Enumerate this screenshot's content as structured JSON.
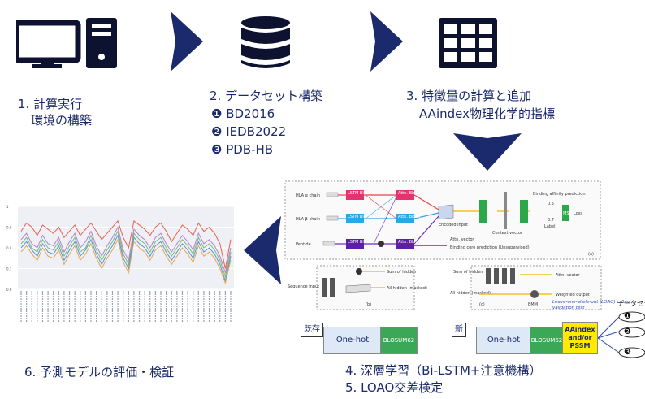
{
  "steps": {
    "s1": {
      "line1": "1. 計算実行",
      "line2": "環境の構築"
    },
    "s2": {
      "title": "2. データセット構築",
      "items": [
        "❶ BD2016",
        "❷ IEDB2022",
        "❸ PDB-HB"
      ]
    },
    "s3": {
      "line1": "3. 特徴量の計算と追加",
      "line2": "AAindex物理化学的指標"
    },
    "s4": {
      "line1": "4. 深層学習（Bi-LSTM+注意機構）",
      "line2": "5. LOAO交差検定"
    },
    "s6": {
      "label": "6. 予測モデルの評価・検証"
    }
  },
  "arch": {
    "inputs": [
      "HLA α chain",
      "HLA β chain",
      "Peptide"
    ],
    "lstm": "LSTM Block",
    "attn": "Attn. Block",
    "encoded": "Encoded input",
    "context": "Context vector",
    "affinity": "Binding affinity prediction",
    "pred_val": "0.5",
    "label_val": "0.7",
    "label": "Label",
    "mse": "MSE",
    "loss": "Loss",
    "attn_vec": "Attn. vector",
    "core": "Binding core prediction (Unsupervised)",
    "panel_a": "(a)",
    "seq_input": "Sequence input",
    "sum_hidden": "Sum of hidden",
    "all_hidden": "All hidden (masked)",
    "panel_b": "(b)",
    "sum_hidden_c": "Sum of hidden",
    "all_hidden_c": "All hidden (masked)",
    "attn_vec_c": "Attn. vector",
    "weighted": "Weighted output",
    "bmm": "BMM",
    "panel_c": "(c)"
  },
  "encoding": {
    "existing_tag": "既存",
    "new_tag": "新",
    "onehot": "One-hot",
    "blosum": "BLOSUM62",
    "aaindex": "AAindex and/or PSSM",
    "loao": "Leave-one-allele-out (LOAO) cross-validation test",
    "dataset_label": "データセット",
    "dataset_icons": [
      "❶",
      "❷",
      "❸"
    ]
  },
  "chart_data": {
    "type": "line",
    "ylim": [
      0.6,
      1.0
    ],
    "yticks": [
      "1",
      "0.9",
      "0.8",
      "0.7",
      "0.6"
    ],
    "x_tick_count": 40,
    "series": [
      {
        "color": "#e8604c",
        "values": [
          0.88,
          0.92,
          0.9,
          0.86,
          0.91,
          0.89,
          0.87,
          0.9,
          0.85,
          0.88,
          0.91,
          0.86,
          0.89,
          0.92,
          0.88,
          0.84,
          0.87,
          0.9,
          0.93,
          0.85,
          0.8,
          0.93,
          0.91,
          0.89,
          0.86,
          0.9,
          0.92,
          0.88,
          0.83,
          0.87,
          0.91,
          0.89,
          0.86,
          0.92,
          0.88,
          0.9,
          0.87,
          0.82,
          0.7,
          0.84
        ]
      },
      {
        "color": "#6fbf73",
        "values": [
          0.82,
          0.85,
          0.8,
          0.78,
          0.84,
          0.8,
          0.79,
          0.83,
          0.76,
          0.81,
          0.85,
          0.78,
          0.8,
          0.86,
          0.79,
          0.74,
          0.79,
          0.83,
          0.88,
          0.77,
          0.72,
          0.87,
          0.84,
          0.82,
          0.78,
          0.83,
          0.85,
          0.8,
          0.76,
          0.8,
          0.84,
          0.81,
          0.77,
          0.85,
          0.8,
          0.82,
          0.79,
          0.74,
          0.66,
          0.78
        ]
      },
      {
        "color": "#5b8fd6",
        "values": [
          0.8,
          0.83,
          0.79,
          0.76,
          0.82,
          0.78,
          0.77,
          0.81,
          0.74,
          0.79,
          0.83,
          0.76,
          0.79,
          0.84,
          0.77,
          0.72,
          0.77,
          0.81,
          0.86,
          0.75,
          0.7,
          0.85,
          0.82,
          0.8,
          0.76,
          0.81,
          0.83,
          0.78,
          0.74,
          0.78,
          0.82,
          0.79,
          0.75,
          0.83,
          0.78,
          0.8,
          0.77,
          0.72,
          0.64,
          0.76
        ]
      },
      {
        "color": "#b77fd0",
        "values": [
          0.84,
          0.87,
          0.82,
          0.8,
          0.86,
          0.82,
          0.81,
          0.85,
          0.78,
          0.83,
          0.87,
          0.8,
          0.83,
          0.88,
          0.81,
          0.76,
          0.81,
          0.85,
          0.9,
          0.79,
          0.74,
          0.89,
          0.86,
          0.84,
          0.8,
          0.85,
          0.87,
          0.82,
          0.78,
          0.82,
          0.86,
          0.83,
          0.79,
          0.87,
          0.82,
          0.84,
          0.81,
          0.76,
          0.68,
          0.8
        ]
      },
      {
        "color": "#e4a84a",
        "values": [
          0.78,
          0.81,
          0.77,
          0.74,
          0.8,
          0.76,
          0.75,
          0.79,
          0.72,
          0.77,
          0.81,
          0.74,
          0.77,
          0.82,
          0.75,
          0.7,
          0.75,
          0.79,
          0.84,
          0.73,
          0.68,
          0.83,
          0.8,
          0.78,
          0.74,
          0.79,
          0.81,
          0.76,
          0.72,
          0.76,
          0.8,
          0.77,
          0.73,
          0.81,
          0.76,
          0.78,
          0.75,
          0.7,
          0.63,
          0.74
        ]
      }
    ]
  }
}
